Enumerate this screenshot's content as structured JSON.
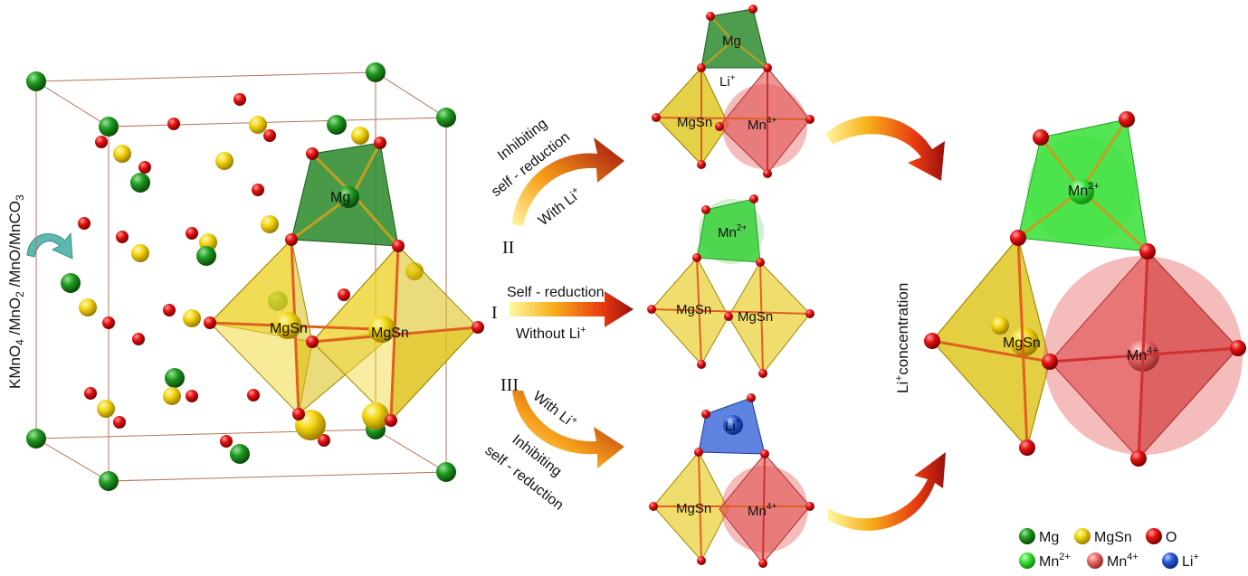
{
  "side_label": {
    "main": "KMnO",
    "sub1": "4",
    "mid1": " /MnO",
    "sub2": "2",
    "mid2": " /MnO/MnCO",
    "sub3": "3"
  },
  "left_structure": {
    "mg_label": "Mg",
    "mgsn_label_1": "MgSn",
    "mgsn_label_2": "MgSn"
  },
  "paths": {
    "top": {
      "numeral": "II",
      "line1": "Inhibiting",
      "line2": "self - reduction",
      "line3": "With Li",
      "line3_sup": "+"
    },
    "middle": {
      "numeral": "I",
      "line1": "Self - reduction",
      "line2": "Without Li",
      "line2_sup": "+"
    },
    "bottom": {
      "numeral": "III",
      "line1": "With Li",
      "line1_sup": "+",
      "line2": "Inhibiting",
      "line3": "self - reduction"
    }
  },
  "small_structures": {
    "top": {
      "tetra": "Mg",
      "li": "Li",
      "li_sup": "+",
      "oct1": "MgSn",
      "oct2": "Mn",
      "oct2_sup": "4+"
    },
    "middle": {
      "tetra": "Mn",
      "tetra_sup": "2+",
      "oct1": "MgSn",
      "oct2": "MgSn"
    },
    "bottom": {
      "tetra": "Li",
      "tetra_sup": "+",
      "oct1": "MgSn",
      "oct2": "Mn",
      "oct2_sup": "4+"
    }
  },
  "right_structure": {
    "axis_label": "Li",
    "axis_sup": "+",
    "axis_rest": "concentration",
    "tetra": "Mn",
    "tetra_sup": "2+",
    "oct1": "MgSn",
    "oct2": "Mn",
    "oct2_sup": "4+"
  },
  "legend": {
    "items": [
      {
        "label": "Mg",
        "color": "#1e8c1e"
      },
      {
        "label": "MgSn",
        "color": "#f1d20a"
      },
      {
        "label": "O",
        "color": "#e01010"
      },
      {
        "label": "Mn",
        "sup": "2+",
        "color": "#35e035"
      },
      {
        "label": "Mn",
        "sup": "4+",
        "color": "#e86a6a"
      },
      {
        "label": "Li",
        "sup": "+",
        "color": "#2a59d6"
      }
    ]
  },
  "colors": {
    "mg": "#1e8c1e",
    "mgsn": "#f1d20a",
    "oxygen": "#e01010",
    "mn2": "#35e035",
    "mn4": "#e86a6a",
    "li": "#2a59d6",
    "cell_edge": "#b8735a",
    "curl_arrow": "#5fb8b0"
  }
}
